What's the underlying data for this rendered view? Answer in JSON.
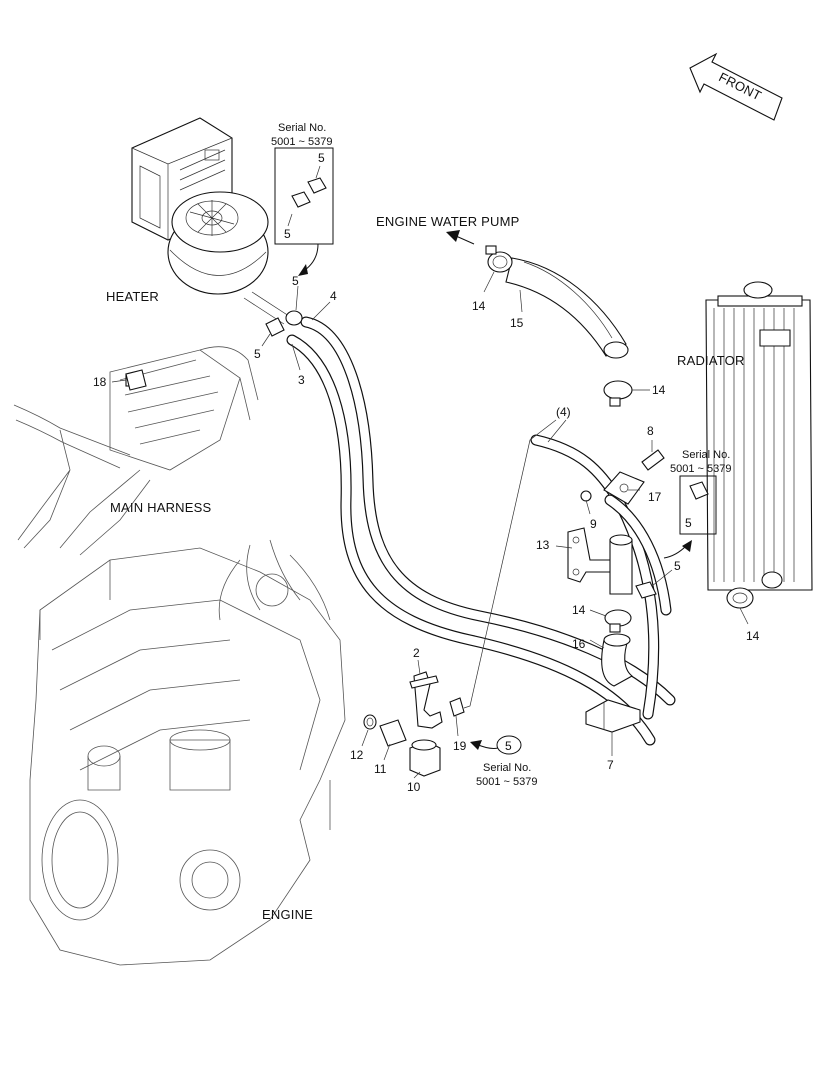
{
  "captions": {
    "front": "FRONT",
    "engine_water_pump": "ENGINE WATER PUMP",
    "heater": "HEATER",
    "radiator": "RADIATOR",
    "main_harness": "MAIN HARNESS",
    "engine": "ENGINE"
  },
  "serial_notes": {
    "top": {
      "line1": "Serial No.",
      "line2": "5001 ~ 5379",
      "parts": [
        "5",
        "5"
      ]
    },
    "right": {
      "line1": "Serial No.",
      "line2": "5001 ~ 5379",
      "parts": [
        "5"
      ]
    },
    "bottom": {
      "circle": "5",
      "line1": "Serial No.",
      "line2": "5001 ~ 5379"
    }
  },
  "callouts": {
    "c2": "2",
    "c3": "3",
    "c4": "4",
    "c4p": "(4)",
    "c5a": "5",
    "c5b": "5",
    "c5c": "5",
    "c7": "7",
    "c8": "8",
    "c9": "9",
    "c10": "10",
    "c11": "11",
    "c12": "12",
    "c13": "13",
    "c14a": "14",
    "c14b": "14",
    "c14c": "14",
    "c14d": "14",
    "c15": "15",
    "c16": "16",
    "c17": "17",
    "c18": "18",
    "c19": "19"
  }
}
